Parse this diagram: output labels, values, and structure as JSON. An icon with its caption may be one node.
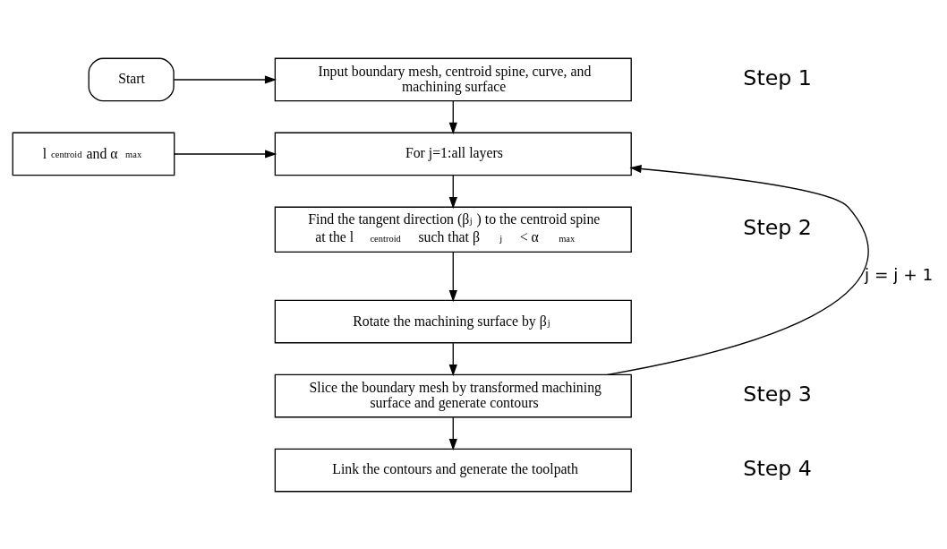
{
  "diagram": {
    "nodes": [
      {
        "text": [
          "Start"
        ]
      },
      {
        "text": [
          "Input boundary mesh, centroid spine, curve, and machining surface"
        ]
      },
      {
        "text": [
          "l$_{centroid}$ and α$_{max}$"
        ]
      },
      {
        "text": [
          "For j=1:all layers"
        ]
      },
      {
        "text": [
          "Find the tangent direction (β$_{j}$) to the centroid spine at the l$_{centroid}$ such that β$_{j}$ < α$_{max}$"
        ]
      },
      {
        "text": [
          "Rotate the machining surface by β$_{j}$"
        ]
      },
      {
        "text": [
          "Slice the boundary mesh by transformed machining surface and generate contours"
        ]
      },
      {
        "text": [
          "Link the contours and generate the toolpath"
        ]
      }
    ],
    "edges": [
      {
        "from": 0,
        "to": 1,
        "arrow": "to"
      },
      {
        "from": 1,
        "to": 3,
        "arrow": "to"
      },
      {
        "from": 2,
        "to": 3,
        "arrow": "to"
      },
      {
        "from": 3,
        "to": 4,
        "arrow": "to"
      },
      {
        "from": 4,
        "to": 5,
        "arrow": "to"
      },
      {
        "from": 5,
        "to": 6,
        "arrow": "to"
      },
      {
        "from": 6,
        "to": 3,
        "arrow": "to",
        "label": "j = j + 1"
      },
      {
        "from": 6,
        "to": 7,
        "arrow": "to"
      }
    ],
    "labels": [
      "Step 1",
      "Step 2",
      "Step 3",
      "Step 4"
    ]
  }
}
